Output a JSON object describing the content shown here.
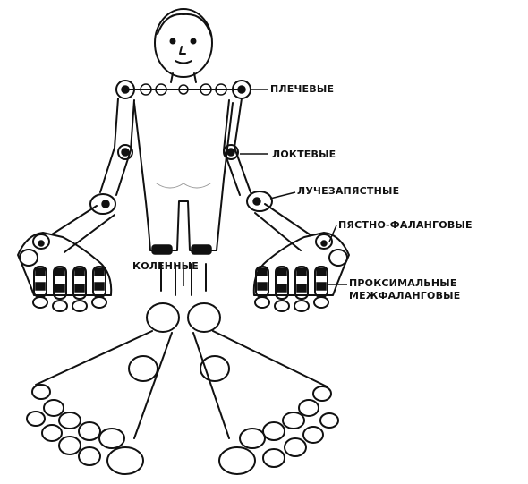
{
  "labels": {
    "shoulder": "ПЛЕЧЕВЫЕ",
    "elbow": "ЛОКТЕВЫЕ",
    "wrist": "ЛУЧЕЗАПЯСТНЫЕ",
    "mcp": "ПЯСТНО-ФАЛАНГОВЫЕ",
    "pip_line1": "ПРОКСИМАЛЬНЫЕ",
    "pip_line2": "МЕЖФАЛАНГОВЫЕ",
    "knee": "КОЛЕННЫЕ"
  },
  "colors": {
    "ink": "#111111",
    "paper": "#ffffff"
  }
}
